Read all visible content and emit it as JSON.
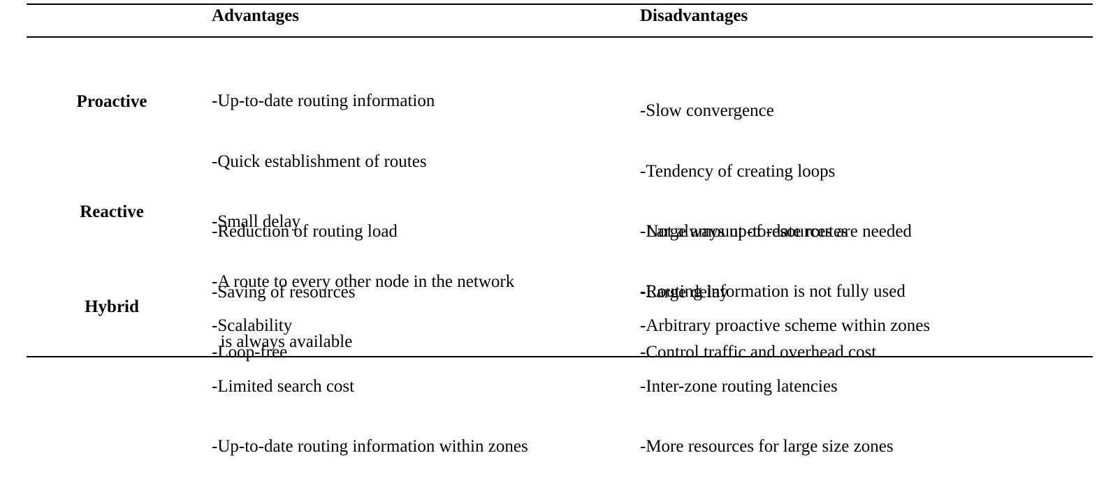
{
  "table": {
    "headers": {
      "row_label": "",
      "advantages": "Advantages",
      "disadvantages": "Disadvantages"
    },
    "rows": [
      {
        "label": "Proactive",
        "advantages": [
          "-Up-to-date routing information",
          "-Quick establishment of routes",
          "-Small delay",
          "-A route to every other node in the network",
          "  is always available"
        ],
        "disadvantages": [
          "-Slow convergence",
          "-Tendency of creating loops",
          "-Large amount of resources are needed",
          "-Routing information is not fully used"
        ]
      },
      {
        "label": "Reactive",
        "advantages": [
          "-Reduction of routing load",
          "-Saving of resources",
          "-Loop-free"
        ],
        "disadvantages": [
          "-Not always up-to-date routes",
          "-Large delay",
          "-Control traffic and overhead cost"
        ]
      },
      {
        "label": "Hybrid",
        "advantages": [
          "-Scalability",
          "-Limited search cost",
          "-Up-to-date routing information within zones"
        ],
        "disadvantages": [
          "-Arbitrary proactive scheme within zones",
          "-Inter-zone routing latencies",
          "-More resources for large size zones"
        ]
      }
    ]
  }
}
